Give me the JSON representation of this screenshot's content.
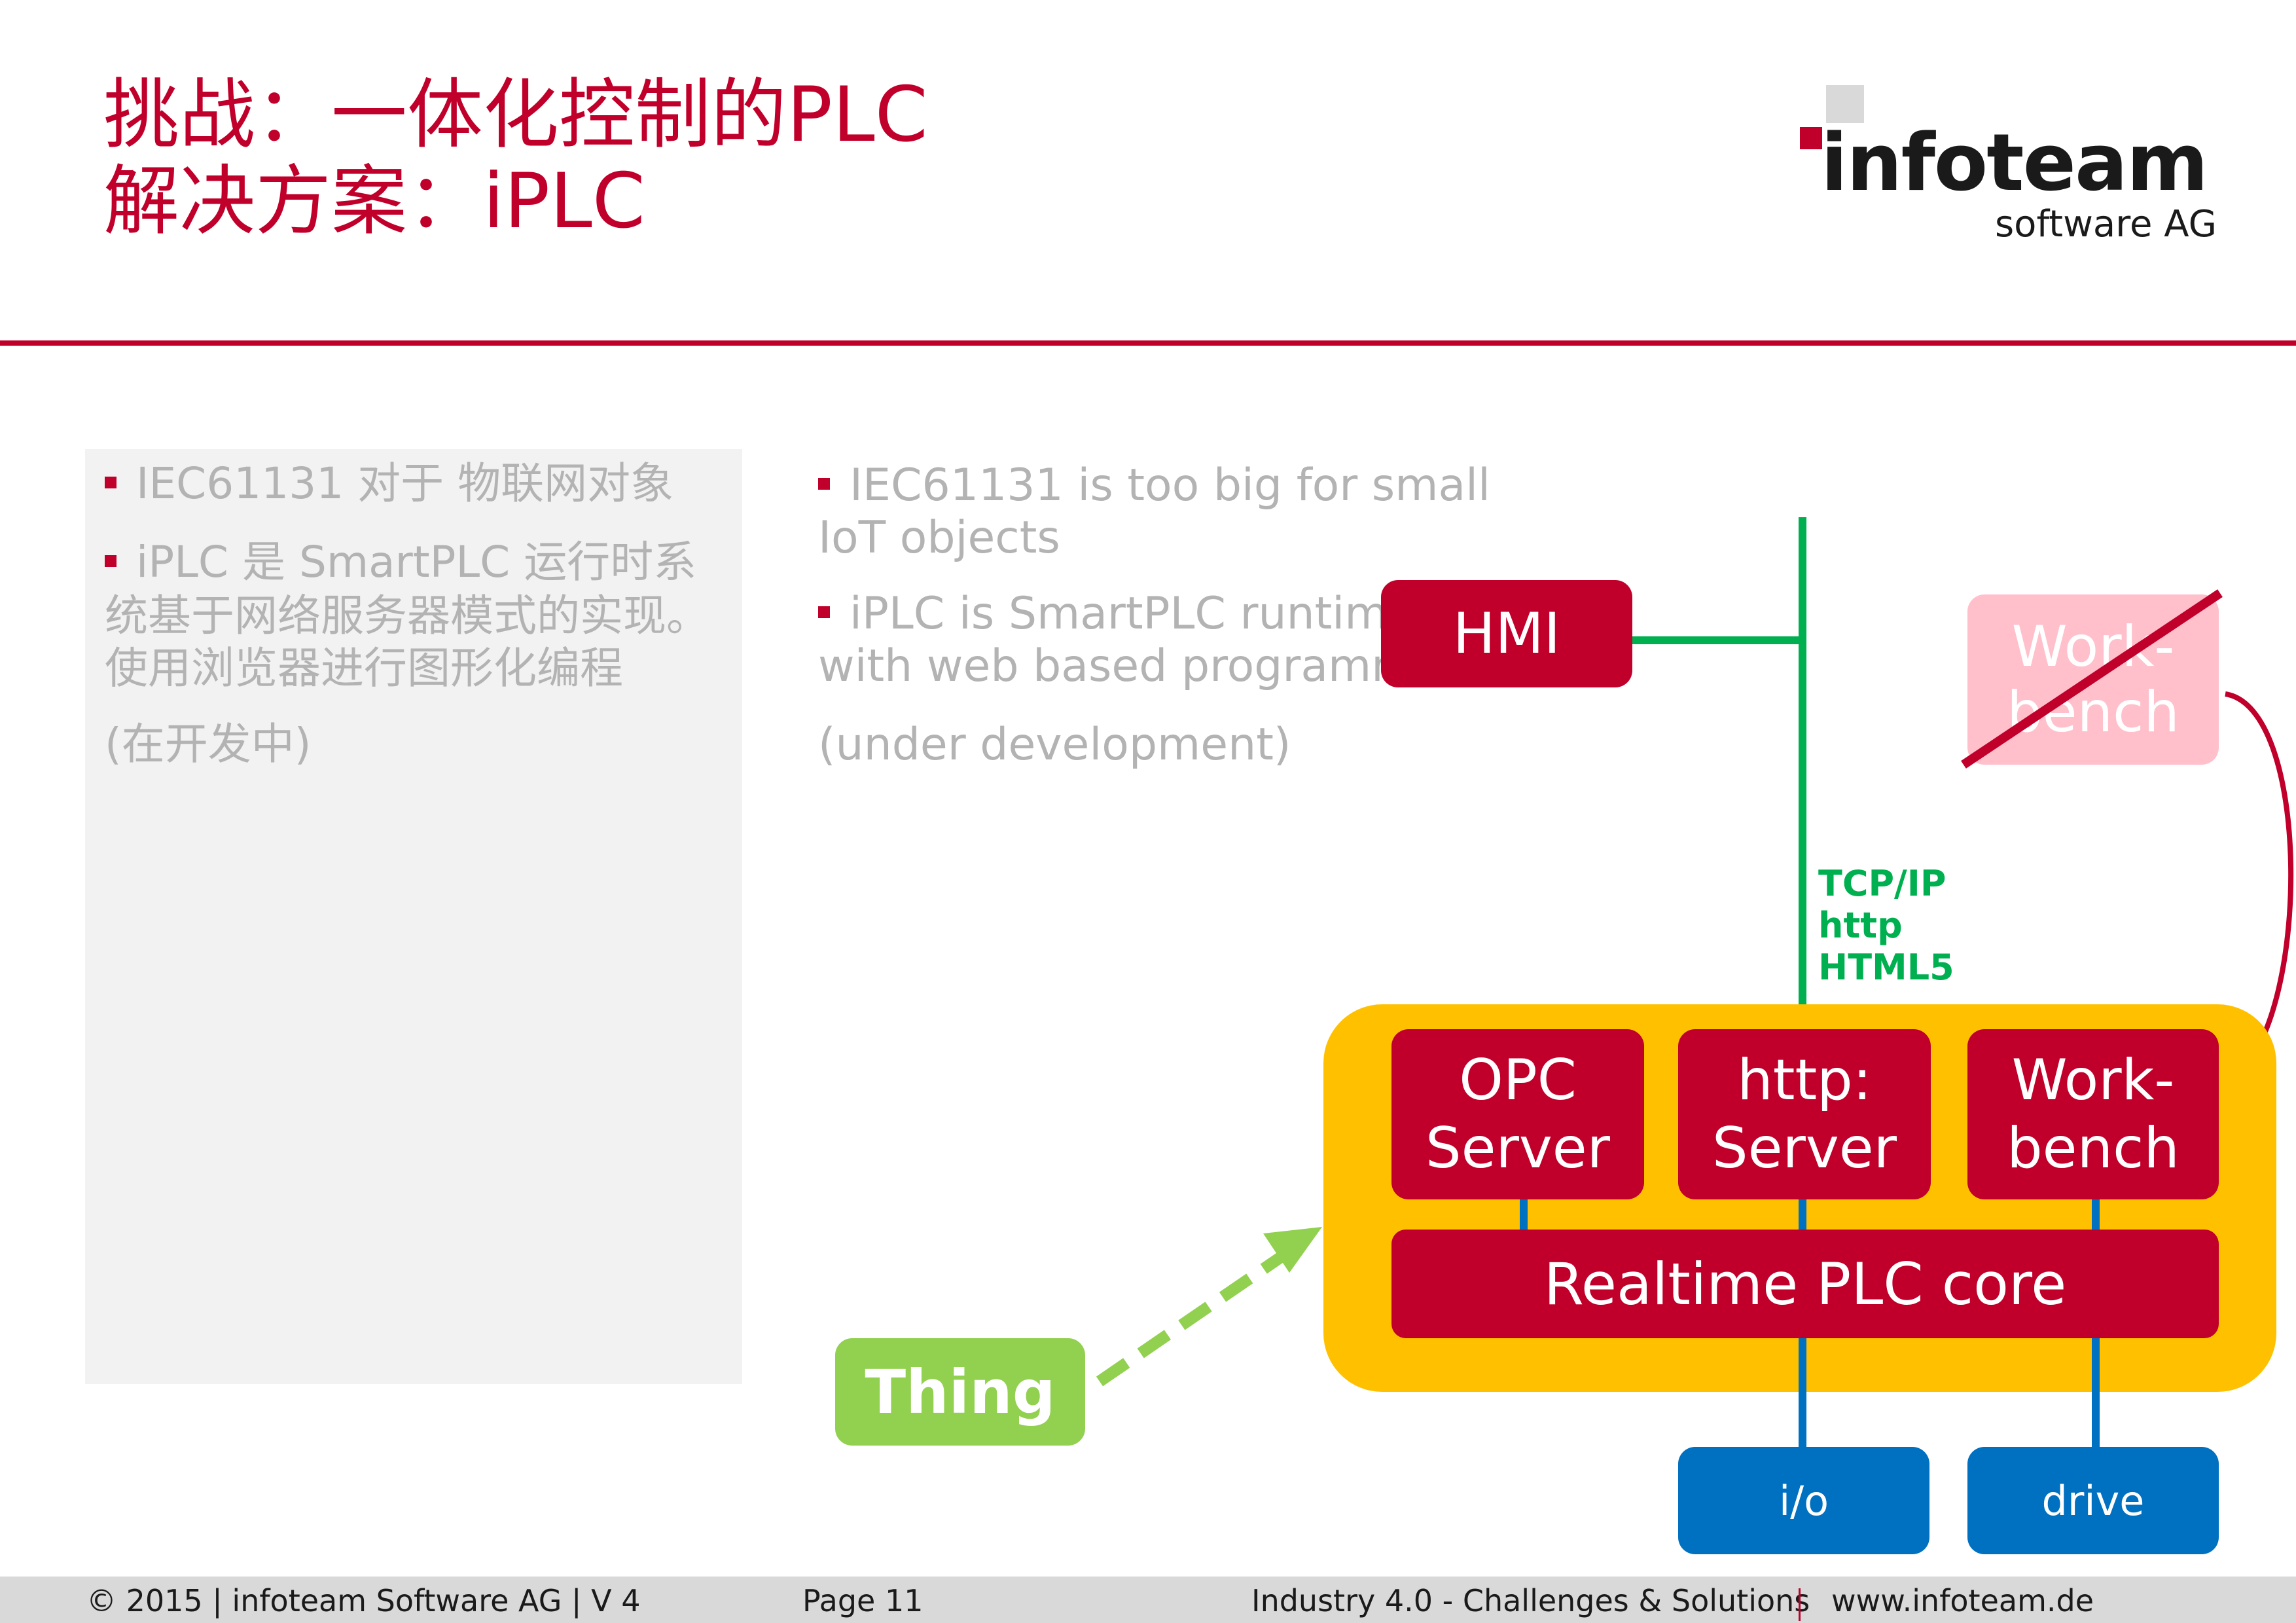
{
  "title": {
    "line1": "挑战：一体化控制的PLC",
    "line2": "解决方案：iPLC"
  },
  "logo": {
    "wordmark": "infoteam",
    "subline": "software AG",
    "colors": {
      "accent": "#c0002b",
      "grey": "#d9d9d9"
    }
  },
  "left_panel": {
    "bullet1": "IEC61131 对于 物联网对象",
    "bullet2_line1": "iPLC 是 SmartPLC 运行时系",
    "bullet2_line2": "统基于网络服务器模式的实现。",
    "bullet2_line3": "使用浏览器进行图形化编程",
    "note": "(在开发中)"
  },
  "middle_text": {
    "bullet1_line1": "IEC61131 is too big for small",
    "bullet1_line2": "IoT objects",
    "bullet2_line1": "iPLC is SmartPLC runtim",
    "bullet2_line2": "with web based programm",
    "note": "(under development)"
  },
  "diagram": {
    "hmi": "HMI",
    "workbench_external_line1": "Work-",
    "workbench_external_line2": "bench",
    "protocols": [
      "TCP/IP",
      "http",
      "HTML5"
    ],
    "opc_line1": "OPC",
    "opc_line2": "Server",
    "http_line1": "http:",
    "http_line2": "Server",
    "wb_line1": "Work-",
    "wb_line2": "bench",
    "core": "Realtime PLC core",
    "thing": "Thing",
    "io": "i/o",
    "drive": "drive",
    "colors": {
      "red": "#c0002b",
      "orange": "#ffc000",
      "blue": "#0070c0",
      "green_line": "#00b050",
      "thing_green": "#92d050",
      "pink": "#ffc0cb"
    }
  },
  "footer": {
    "copyright": "© 2015 | infoteam Software AG | V 4",
    "page": "Page 11",
    "topic": "Industry 4.0 - Challenges & Solutions",
    "website": "www.infoteam.de"
  }
}
